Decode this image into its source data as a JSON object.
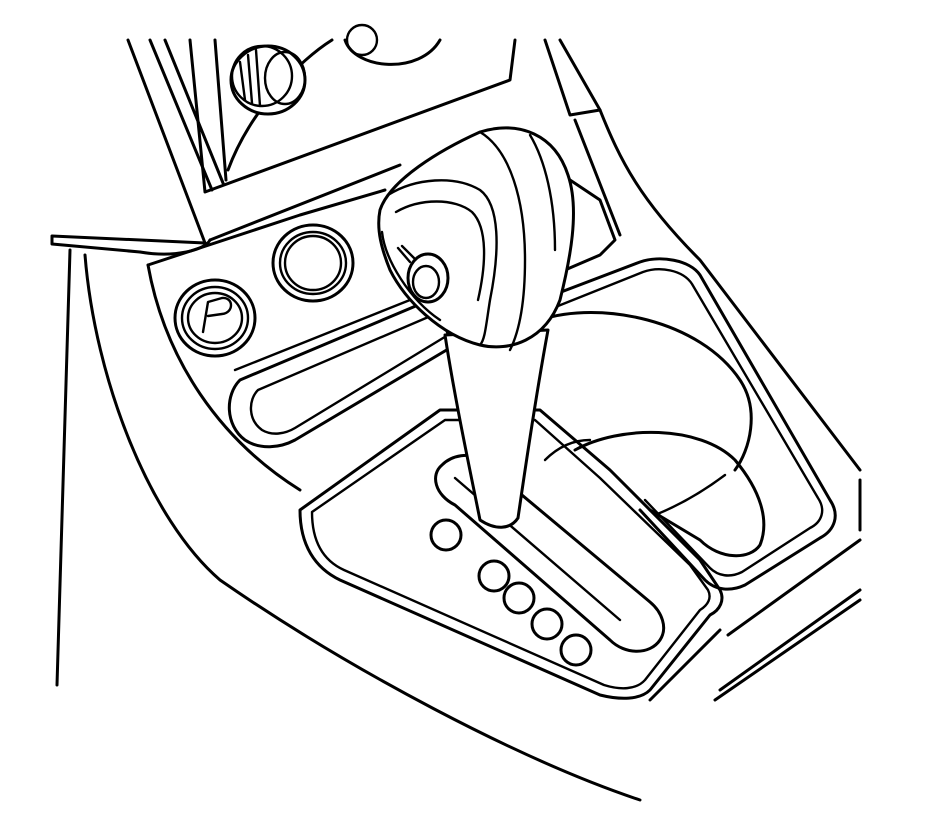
{
  "diagram": {
    "background": "#ffffff",
    "line_color": "#000000",
    "parts": [
      "console-panel",
      "dashboard-knob",
      "round-switch-button",
      "park-button",
      "shift-knob",
      "shift-lever",
      "shift-gate",
      "gear-position-lights",
      "cup-holder",
      "storage-slot"
    ]
  }
}
